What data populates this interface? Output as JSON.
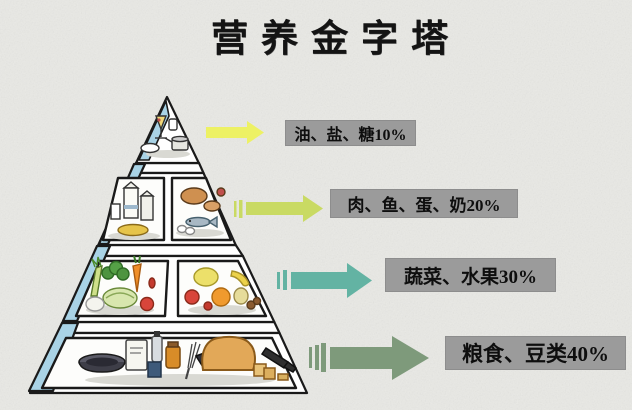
{
  "title": "营养金字塔",
  "pyramid": {
    "name": "营养金字塔",
    "side_color": "#a9d3e6",
    "levels": [
      {
        "rank": 1,
        "position": "top",
        "foods": "油、盐、糖",
        "percent": 10,
        "label": "油、盐、糖10%",
        "arrow_color": "#edf164"
      },
      {
        "rank": 2,
        "position": "second",
        "foods": "肉、鱼、蛋、奶",
        "percent": 20,
        "label": "肉、鱼、蛋、奶20%",
        "arrow_color": "#c9da63"
      },
      {
        "rank": 3,
        "position": "third",
        "foods": "蔬菜、水果",
        "percent": 30,
        "label": "蔬菜、水果30%",
        "arrow_color": "#63b3a3"
      },
      {
        "rank": 4,
        "position": "base",
        "foods": "粮食、豆类",
        "percent": 40,
        "label": "粮食、豆类40%",
        "arrow_color": "#7e9a7b"
      }
    ]
  },
  "colors": {
    "background": "#e9e9e5",
    "label_background": "#9b9b9b",
    "text": "#141414",
    "pyramid_face": "#ffffff",
    "pyramid_side": "#a9d3e6",
    "outline": "#1a1a1a"
  },
  "chart_data": {
    "type": "pyramid",
    "title": "营养金字塔",
    "categories": [
      "油、盐、糖",
      "肉、鱼、蛋、奶",
      "蔬菜、水果",
      "粮食、豆类"
    ],
    "values": [
      10,
      20,
      30,
      40
    ],
    "unit": "%",
    "order": "top-to-bottom"
  }
}
